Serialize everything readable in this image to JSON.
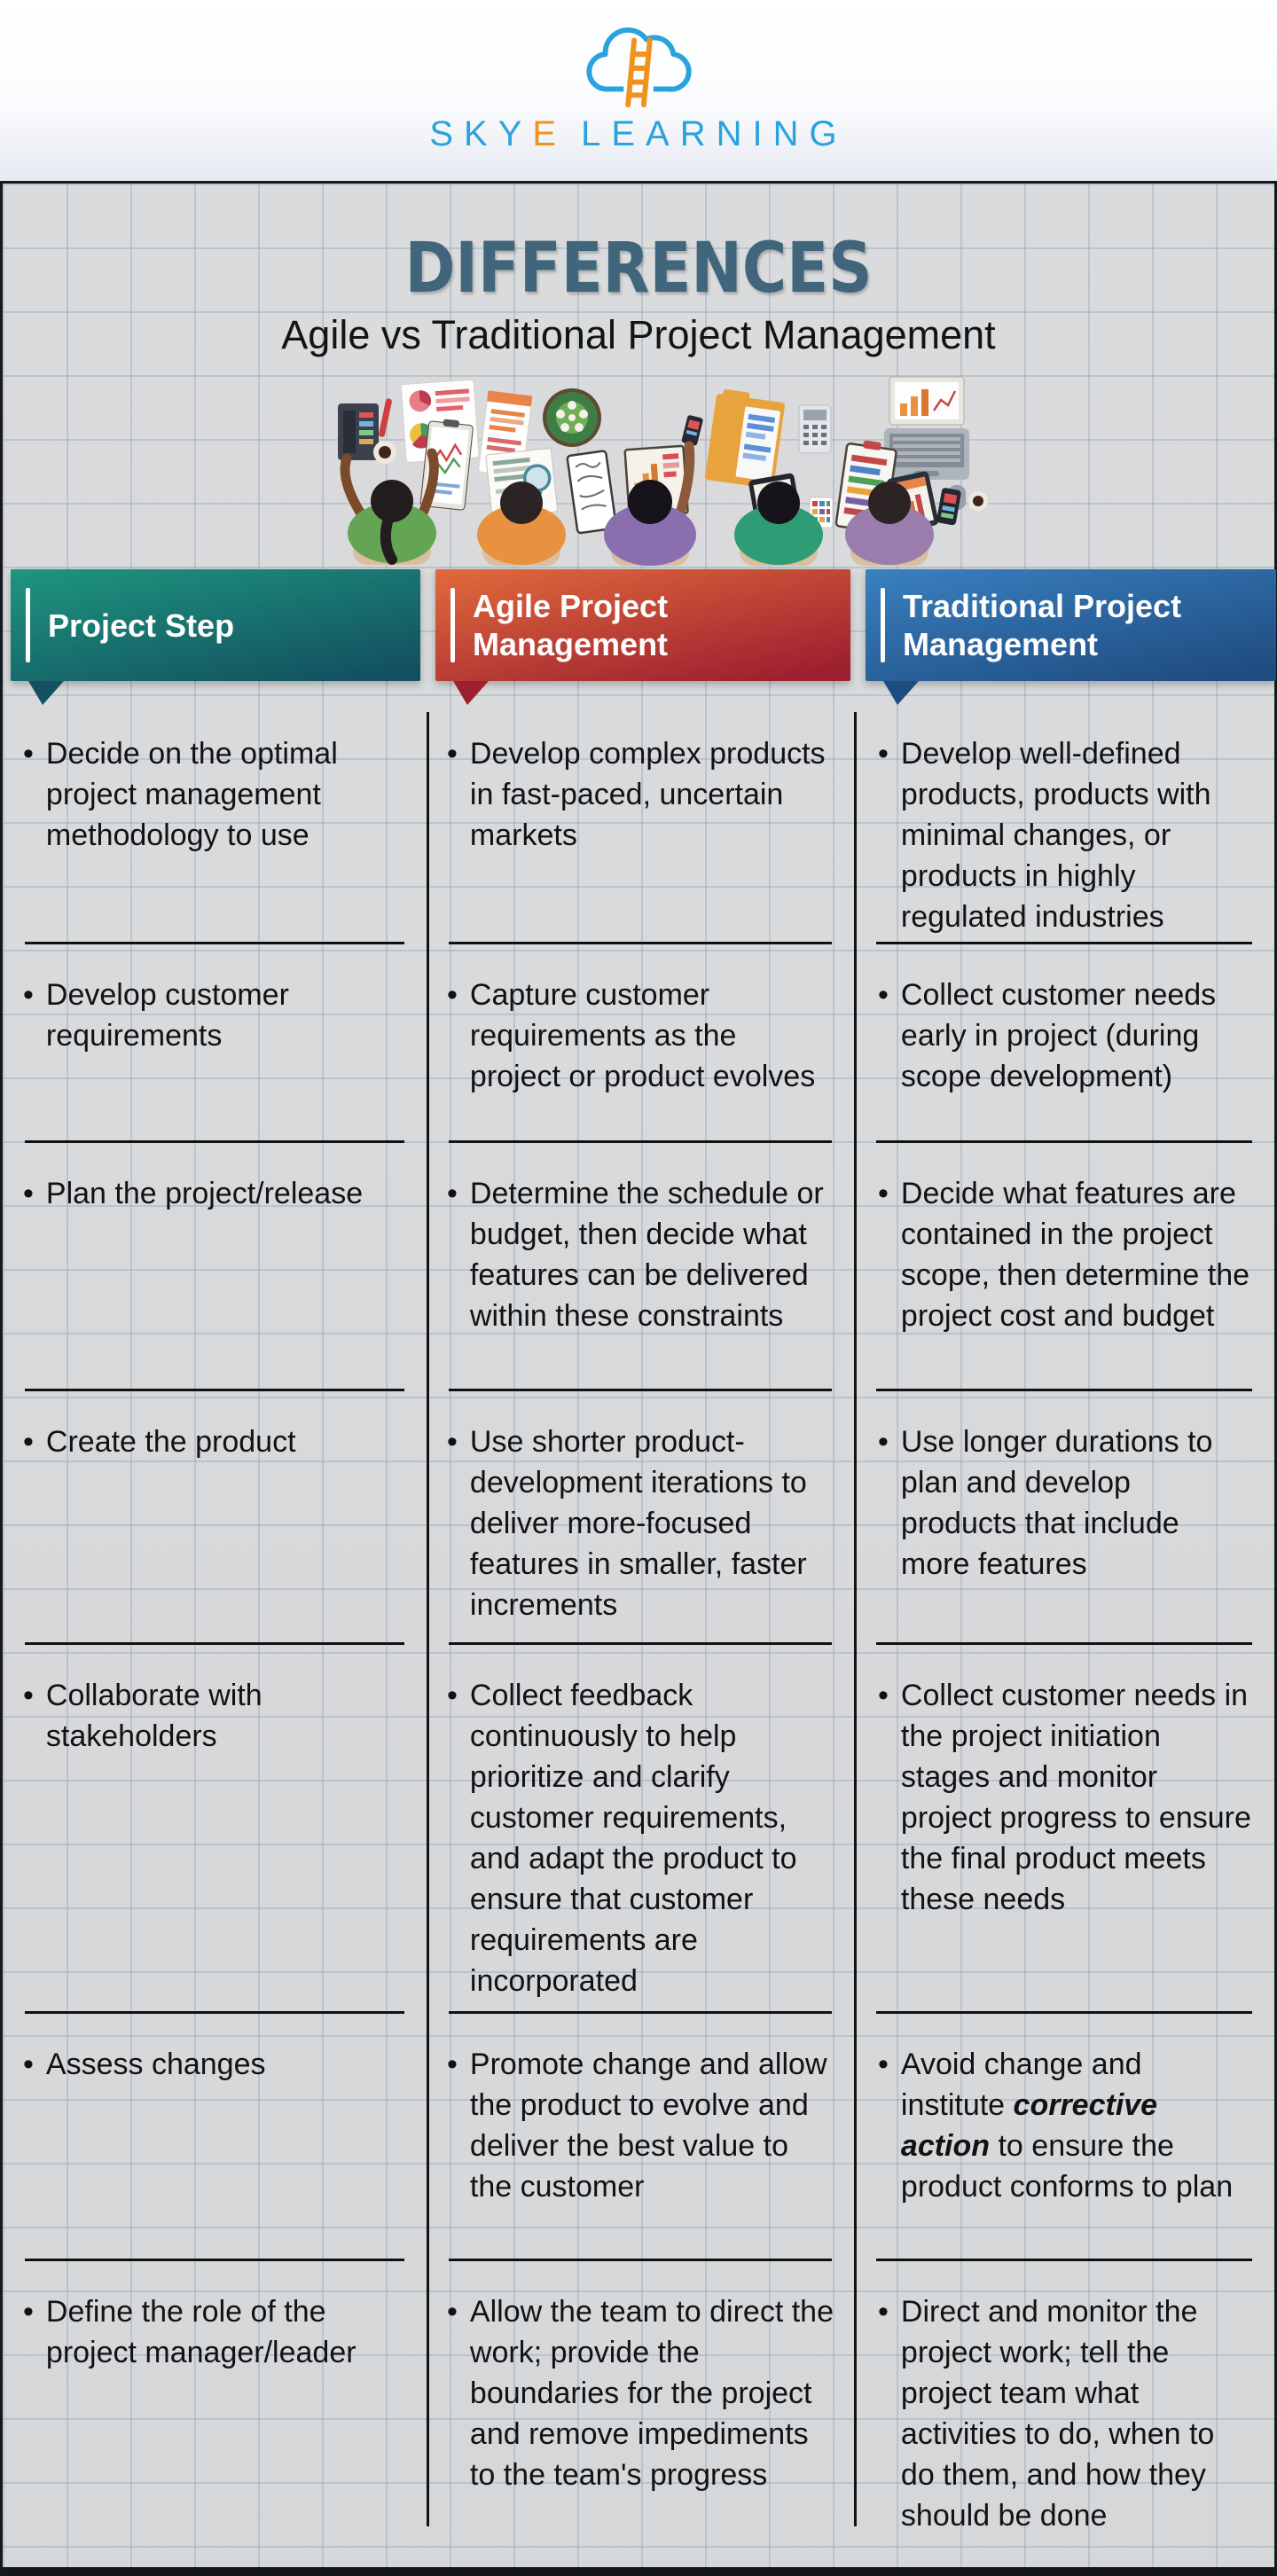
{
  "brand": {
    "word_start": "SKY",
    "word_accent": "E",
    "word_end": "LEARNING"
  },
  "title": {
    "heading": "DIFFERENCES",
    "subheading": "Agile vs Traditional Project Management"
  },
  "columns": [
    {
      "label": "Project Step",
      "gradient_top": "#1e967f",
      "gradient_bottom": "#135160"
    },
    {
      "label": "Agile Project Management",
      "gradient_top": "#e26a3c",
      "gradient_bottom": "#9d2030"
    },
    {
      "label": "Traditional Project Management",
      "gradient_top": "#3a80c0",
      "gradient_bottom": "#1f4d81"
    }
  ],
  "table": {
    "bullet_glyph": "•",
    "rows": [
      {
        "step": [
          {
            "text": "Decide on the optimal project management methodology to use"
          }
        ],
        "agile": [
          {
            "text": "Develop complex products in fast-paced, uncertain markets"
          }
        ],
        "traditional": [
          {
            "text": "Develop well-defined products, products with minimal changes, or products in highly regulated industries"
          }
        ]
      },
      {
        "step": [
          {
            "text": "Develop customer requirements"
          }
        ],
        "agile": [
          {
            "text": "Capture customer requirements as the project or product evolves"
          }
        ],
        "traditional": [
          {
            "text": "Collect customer needs early in project (during scope development)"
          }
        ]
      },
      {
        "step": [
          {
            "text": "Plan the project/release"
          }
        ],
        "agile": [
          {
            "text": "Determine the schedule or budget, then decide what features can be delivered within these constraints"
          }
        ],
        "traditional": [
          {
            "text": "Decide what features are contained in the project scope, then determine the project cost and budget"
          }
        ]
      },
      {
        "step": [
          {
            "text": "Create the product"
          }
        ],
        "agile": [
          {
            "text": "Use shorter product-development iterations to deliver more-focused features in smaller, faster increments"
          }
        ],
        "traditional": [
          {
            "text": "Use longer durations to plan and develop products that include more features"
          }
        ]
      },
      {
        "step": [
          {
            "text": "Collaborate with stakeholders"
          }
        ],
        "agile": [
          {
            "text": "Collect feedback continuously to help prioritize and clarify customer requirements, and adapt the product to ensure that customer requirements are incorporated"
          }
        ],
        "traditional": [
          {
            "text": "Collect customer needs in the project initiation stages and monitor project progress to ensure the final product meets these needs"
          }
        ]
      },
      {
        "step": [
          {
            "text": "Assess changes"
          }
        ],
        "agile": [
          {
            "text": "Promote change and allow the product to evolve and deliver the best value to the customer"
          }
        ],
        "traditional": [
          {
            "text": "Avoid change and institute "
          },
          {
            "text": "corrective action",
            "emphasis": true
          },
          {
            "text": " to ensure the product conforms to plan"
          }
        ]
      },
      {
        "step": [
          {
            "text": "Define the role of the project manager/leader"
          }
        ],
        "agile": [
          {
            "text": "Allow the team to direct the work; provide the boundaries for the project and remove impediments to the team's progress"
          }
        ],
        "traditional": [
          {
            "text": "Direct and monitor the project work; tell the project team what activities to do, when to do them, and how they should be done"
          }
        ]
      }
    ]
  },
  "palette": {
    "brand_blue": "#2aa3dc",
    "brand_orange": "#f0921e",
    "title_color": "#41657a",
    "body_text": "#121214",
    "board_background": "#d8d9da",
    "grid_line": "#a9bfca",
    "divider": "#131313",
    "footer_bar": "#14161b"
  }
}
